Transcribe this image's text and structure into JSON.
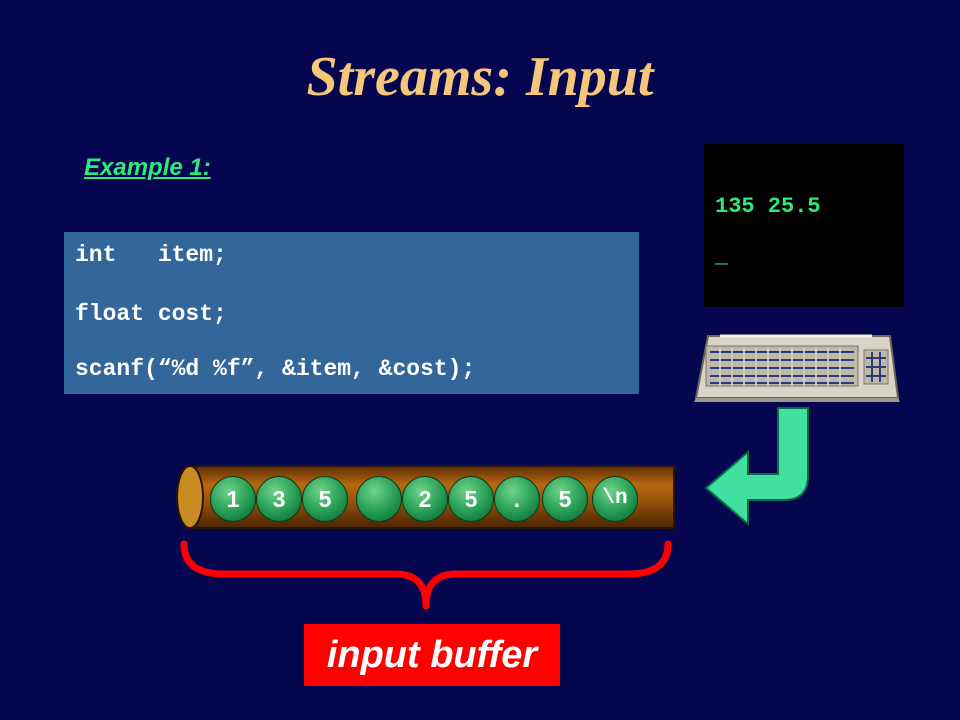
{
  "slide": {
    "title": "Streams: Input",
    "example_label": "Example 1:",
    "code_lines": [
      "int   item;",
      "float cost;",
      "scanf(“%d %f”, &item, &cost);"
    ],
    "screen_lines": [
      "135 25.5",
      "_"
    ],
    "buffer_chars": [
      "1",
      "3",
      "5",
      "",
      "2",
      "5",
      ".",
      "5",
      "\\n"
    ],
    "buffer_label": "input buffer"
  },
  "colors": {
    "background": "#060650",
    "title": "#f4c77a",
    "example_label": "#2eea7a",
    "code_background": "#336699",
    "screen_text": "#2eea7a",
    "pipe": "#8b4a0c",
    "balls": "#249a52",
    "brace": "#ff0000",
    "arrow": "#40e0a0",
    "label_background": "#ff0000"
  },
  "icons": [
    "keyboard-icon",
    "curved-arrow-icon",
    "curly-brace-icon"
  ]
}
